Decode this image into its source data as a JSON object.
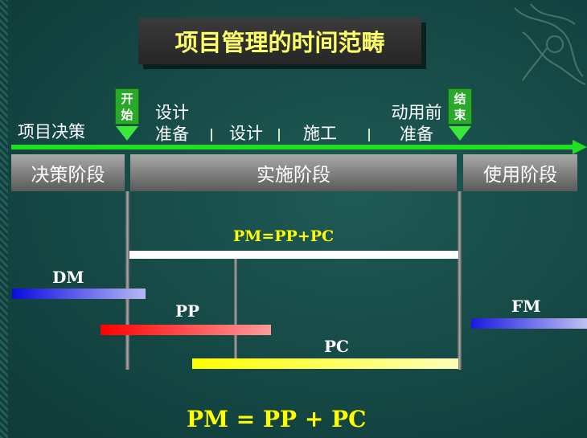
{
  "title": "项目管理的时间范畴",
  "stages": {
    "decision": "项目决策",
    "design_prep_line1": "设计",
    "design_prep_line2": "准备",
    "design": "设计",
    "construction": "施工",
    "pre_use_line1": "动用前",
    "pre_use_line2": "准备"
  },
  "markers": {
    "start_line1": "开",
    "start_line2": "始",
    "end_line1": "结",
    "end_line2": "束"
  },
  "phases": {
    "decision": "决策阶段",
    "implementation": "实施阶段",
    "usage": "使用阶段"
  },
  "bars": {
    "pm_label": "PM=PP+PC",
    "dm_label": "DM",
    "pp_label": "PP",
    "pc_label": "PC",
    "fm_label": "FM"
  },
  "formula": "PM = PP + PC",
  "colors": {
    "title_text": "#ffff66",
    "timeline": "#21e021",
    "pm_bar": "#ffffff",
    "dm_bar": "#1010e0",
    "pp_bar": "#ff1010",
    "pc_bar": "#ffff00",
    "fm_bar": "#2020e0"
  }
}
